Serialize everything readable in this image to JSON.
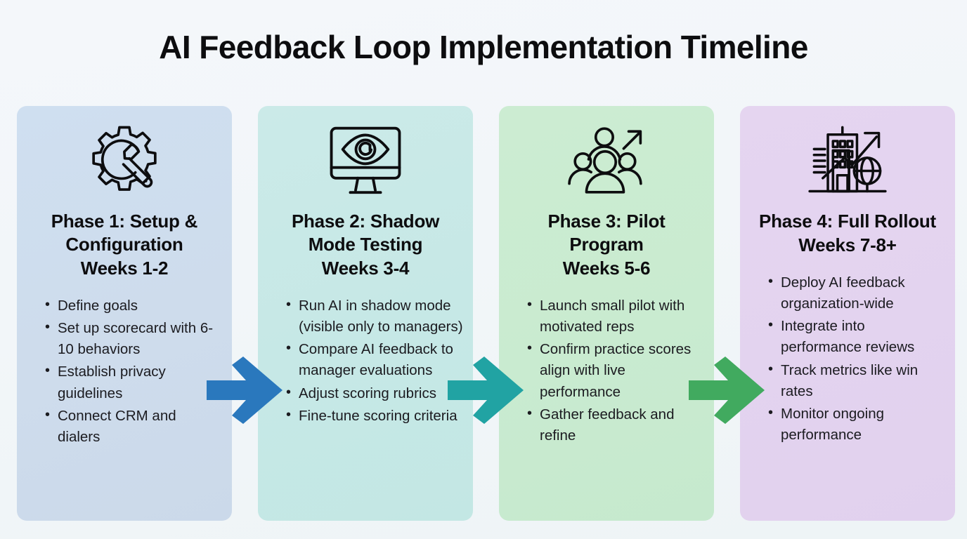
{
  "title": "AI Feedback Loop Implementation Timeline",
  "colors": {
    "background": "#f2f6f9",
    "panel_1_bg": "#cfdff0",
    "panel_2_bg": "#c8e9e7",
    "panel_3_bg": "#cbebd0",
    "panel_4_bg": "#e3d3ef",
    "arrow_1": "#2a78bd",
    "arrow_2": "#21a3a3",
    "arrow_3": "#41aa5f",
    "heading_text": "#0d0d0f",
    "body_text": "#1b1b20"
  },
  "phases": [
    {
      "icon": "gear-wrench-icon",
      "heading": "Phase 1: Setup & Configuration",
      "weeks": "Weeks 1-2",
      "bullets": [
        "Define goals",
        "Set up scorecard with 6-10 behaviors",
        "Establish privacy guidelines",
        "Connect CRM and dialers"
      ]
    },
    {
      "icon": "monitor-eye-icon",
      "heading": "Phase 2: Shadow Mode Testing",
      "weeks": "Weeks 3-4",
      "bullets": [
        "Run AI in shadow mode (visible only to managers)",
        "Compare AI feedback to manager evaluations",
        "Adjust scoring rubrics",
        "Fine-tune scoring criteria"
      ]
    },
    {
      "icon": "people-growth-icon",
      "heading": "Phase 3: Pilot Program",
      "weeks": "Weeks 5-6",
      "bullets": [
        "Launch small pilot with motivated reps",
        "Confirm practice scores align with live performance",
        "Gather feedback and refine"
      ]
    },
    {
      "icon": "buildings-globe-growth-icon",
      "heading": "Phase 4: Full Rollout",
      "weeks": "Weeks 7-8+",
      "bullets": [
        "Deploy AI feedback organization-wide",
        "Integrate into performance reviews",
        "Track metrics like win rates",
        "Monitor ongoing performance"
      ]
    }
  ],
  "arrows": [
    {
      "name": "arrow-phase1-to-phase2",
      "color": "#2a78bd"
    },
    {
      "name": "arrow-phase2-to-phase3",
      "color": "#21a3a3"
    },
    {
      "name": "arrow-phase3-to-phase4",
      "color": "#41aa5f"
    }
  ]
}
